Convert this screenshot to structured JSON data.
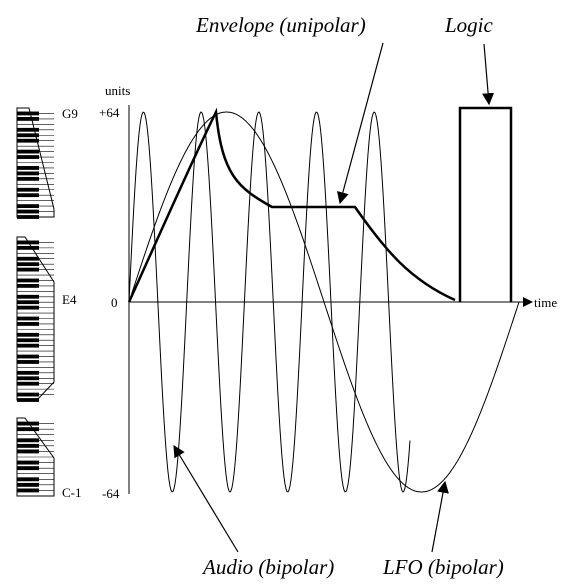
{
  "diagram": {
    "y_axis": {
      "unit_label": "units",
      "top_label": "+64",
      "zero_label": "0",
      "bottom_label": "-64"
    },
    "x_axis": {
      "label": "time"
    },
    "keyboard_labels": {
      "top": "G9",
      "middle": "E4",
      "bottom": "C-1"
    },
    "callouts": {
      "envelope": "Envelope (unipolar)",
      "logic": "Logic",
      "audio": "Audio (bipolar)",
      "lfo": "LFO (bipolar)"
    }
  }
}
